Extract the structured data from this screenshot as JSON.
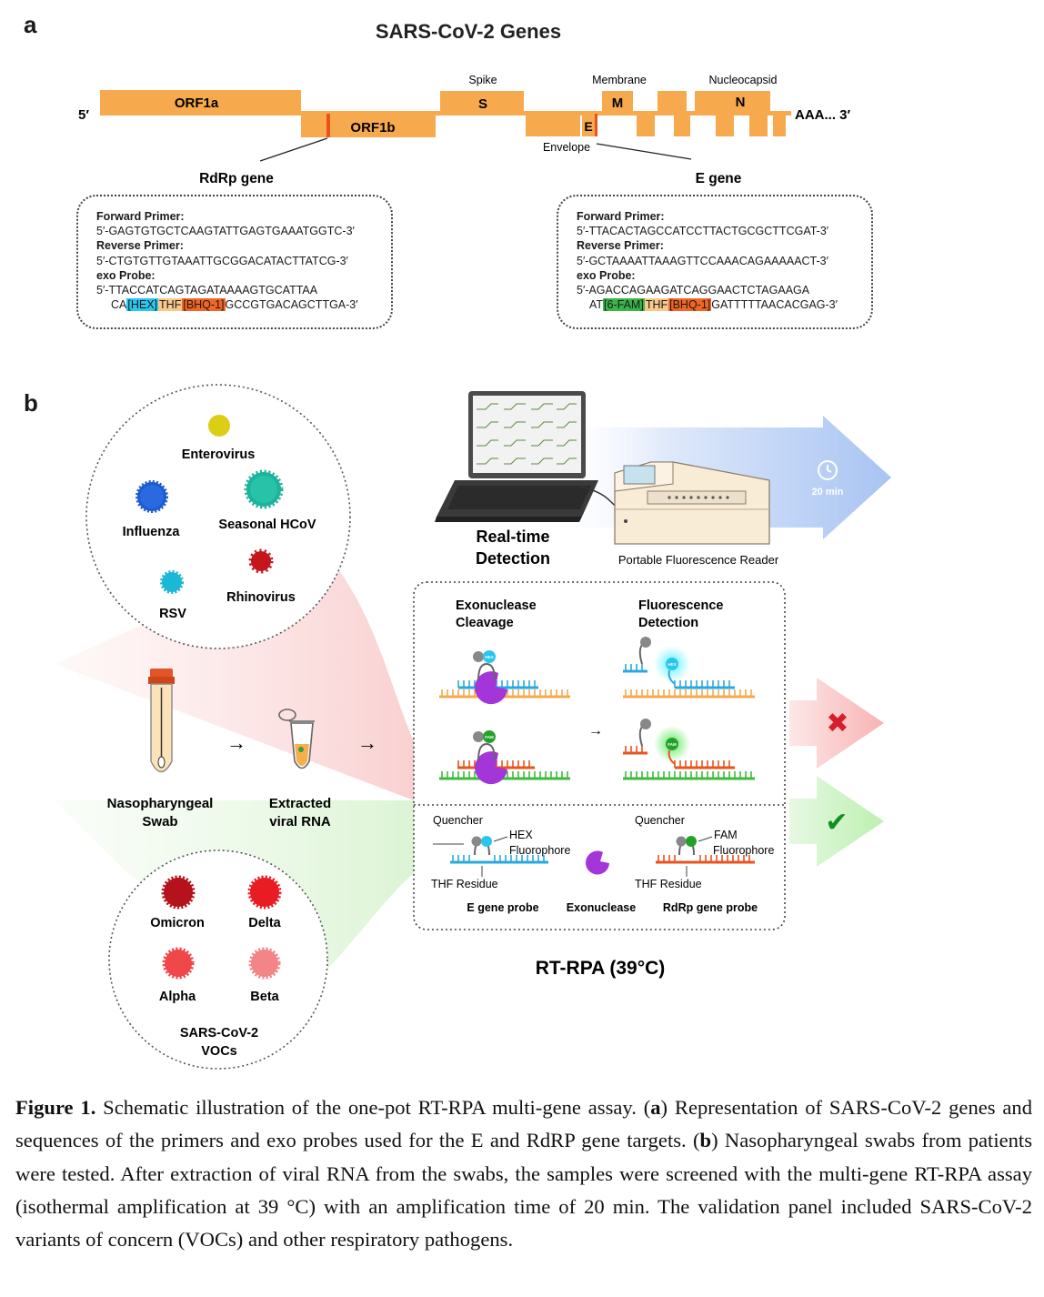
{
  "panel_a": {
    "letter": "a",
    "title": "SARS-CoV-2 Genes",
    "five_prime": "5′",
    "three_prime": "AAA... 3′",
    "genes": {
      "orf1a": "ORF1a",
      "orf1b": "ORF1b",
      "spike_label": "Spike",
      "s": "S",
      "membrane_label": "Membrane",
      "m": "M",
      "nucleocapsid_label": "Nucleocapsid",
      "n": "N",
      "e": "E",
      "envelope_label": "Envelope"
    },
    "rdrp_title": "RdRp gene",
    "e_title": "E gene",
    "rdrp_box": {
      "fwd_label": "Forward Primer:",
      "fwd_seq": "5′-GAGTGTGCTCAAGTATTGAGTGAAATGGTC-3′",
      "rev_label": "Reverse Primer:",
      "rev_seq": "5′-CTGTGTTGTAAATTGCGGACATACTTATCG-3′",
      "probe_label": "exo Probe:",
      "probe_seq1": "5′-TTACCATCAGTAGATAAAAGTGCATTAA",
      "probe_pre": "CA",
      "probe_fluor": "[HEX]",
      "probe_thf": "THF",
      "probe_quench": "[BHQ-1]",
      "probe_post": "GCCGTGACAGCTTGA-3′"
    },
    "e_box": {
      "fwd_label": "Forward Primer:",
      "fwd_seq": "5′-TTACACTAGCCATCCTTACTGCGCTTCGAT-3′",
      "rev_label": "Reverse Primer:",
      "rev_seq": "5′-GCTAAAATTAAAGTTCCAAACAGAAAAACT-3′",
      "probe_label": "exo Probe:",
      "probe_seq1": "5′-AGACCAGAAGATCAGGAACTCTAGAAGA",
      "probe_pre": "AT",
      "probe_fluor": "[6-FAM]",
      "probe_thf": "THF",
      "probe_quench": "[BHQ-1]",
      "probe_post": "GATTTTTAACACGAG-3′"
    }
  },
  "panel_b": {
    "letter": "b",
    "pathogens": {
      "enterovirus": "Enterovirus",
      "influenza": "Influenza",
      "seasonal_hcov": "Seasonal HCoV",
      "rsv": "RSV",
      "rhinovirus": "Rhinovirus"
    },
    "swab_label_1": "Nasopharyngeal",
    "swab_label_2": "Swab",
    "rna_label_1": "Extracted",
    "rna_label_2": "viral RNA",
    "arrow_glyph": "→",
    "vocs": {
      "omicron": "Omicron",
      "delta": "Delta",
      "alpha": "Alpha",
      "beta": "Beta",
      "group_1": "SARS-CoV-2",
      "group_2": "VOCs"
    },
    "realtime_1": "Real-time",
    "realtime_2": "Detection",
    "reader_label": "Portable Fluorescence Reader",
    "time_label": "20 min",
    "exo_cleavage_1": "Exonuclease",
    "exo_cleavage_2": "Cleavage",
    "fluor_det_1": "Fluorescence",
    "fluor_det_2": "Detection",
    "hex_tag": "HEX",
    "fam_tag": "FAM",
    "legend": {
      "quencher": "Quencher",
      "hex": "HEX",
      "fam": "FAM",
      "fluorophore": "Fluorophore",
      "thf_residue": "THF Residue",
      "e_probe": "E gene probe",
      "exonuclease": "Exonuclease",
      "rdrp_probe": "RdRp gene probe"
    },
    "rtrpa": "RT-RPA (39°C)",
    "negative_glyph": "✖",
    "positive_glyph": "✔"
  },
  "caption": {
    "label": "Figure 1.",
    "part1": " Schematic illustration of the one-pot RT-RPA multi-gene assay. (",
    "a": "a",
    "part2": ") Representation of SARS-CoV-2 genes and sequences of the primers and exo probes used for the E and RdRP gene targets. (",
    "b": "b",
    "part3": ") Nasopharyngeal swabs from patients were tested. After extraction of viral RNA from the swabs, the samples were screened with the multi-gene RT-RPA assay (isothermal amplification at 39 °C) with an amplification time of 20 min. The validation panel included SARS-CoV-2 variants of concern (VOCs) and other respiratory pathogens."
  }
}
